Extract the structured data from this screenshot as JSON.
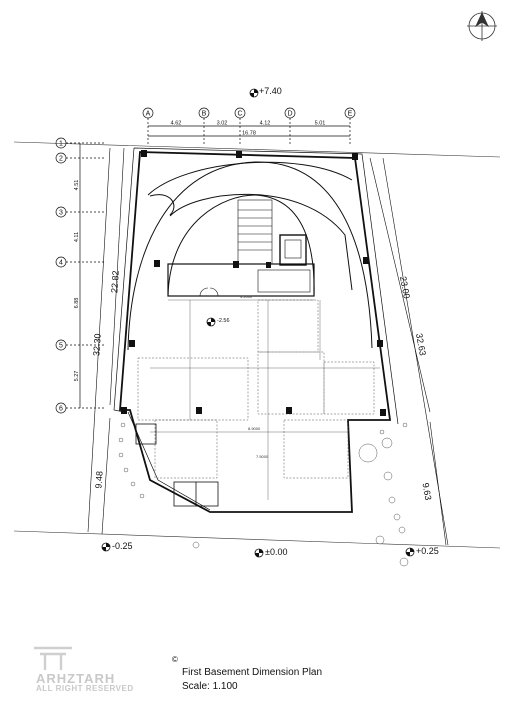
{
  "plan": {
    "title": "First Basement Dimension Plan",
    "scale": "Scale: 1.100",
    "copyright_symbol": "©",
    "logo_name": "ARHZTARH",
    "logo_tagline": "ALL RIGHT RESERVED"
  },
  "levels": {
    "top": "+7.40",
    "center": "-2.56",
    "left_bottom": "-0.25",
    "mid_bottom": "±0.00",
    "right_bottom": "+0.25"
  },
  "grid_columns": [
    "A",
    "B",
    "C",
    "D",
    "E"
  ],
  "grid_rows": [
    "1",
    "2",
    "3",
    "4",
    "5",
    "6"
  ],
  "column_spacing": [
    "4.62",
    "3.02",
    "4.12",
    "5.01"
  ],
  "column_total": "16.78",
  "row_spacing": [
    "4.51",
    "4.11",
    "6.88",
    "5.27"
  ],
  "overall_dims": {
    "left_total": "32.30",
    "left_upper": "22.82",
    "left_lower": "9.48",
    "right_total": "32.63",
    "right_upper": "23.00",
    "right_lower": "9.63",
    "hall_width": "4.2000",
    "lower_width": "8.9000",
    "lower_depth": "7.5000"
  }
}
